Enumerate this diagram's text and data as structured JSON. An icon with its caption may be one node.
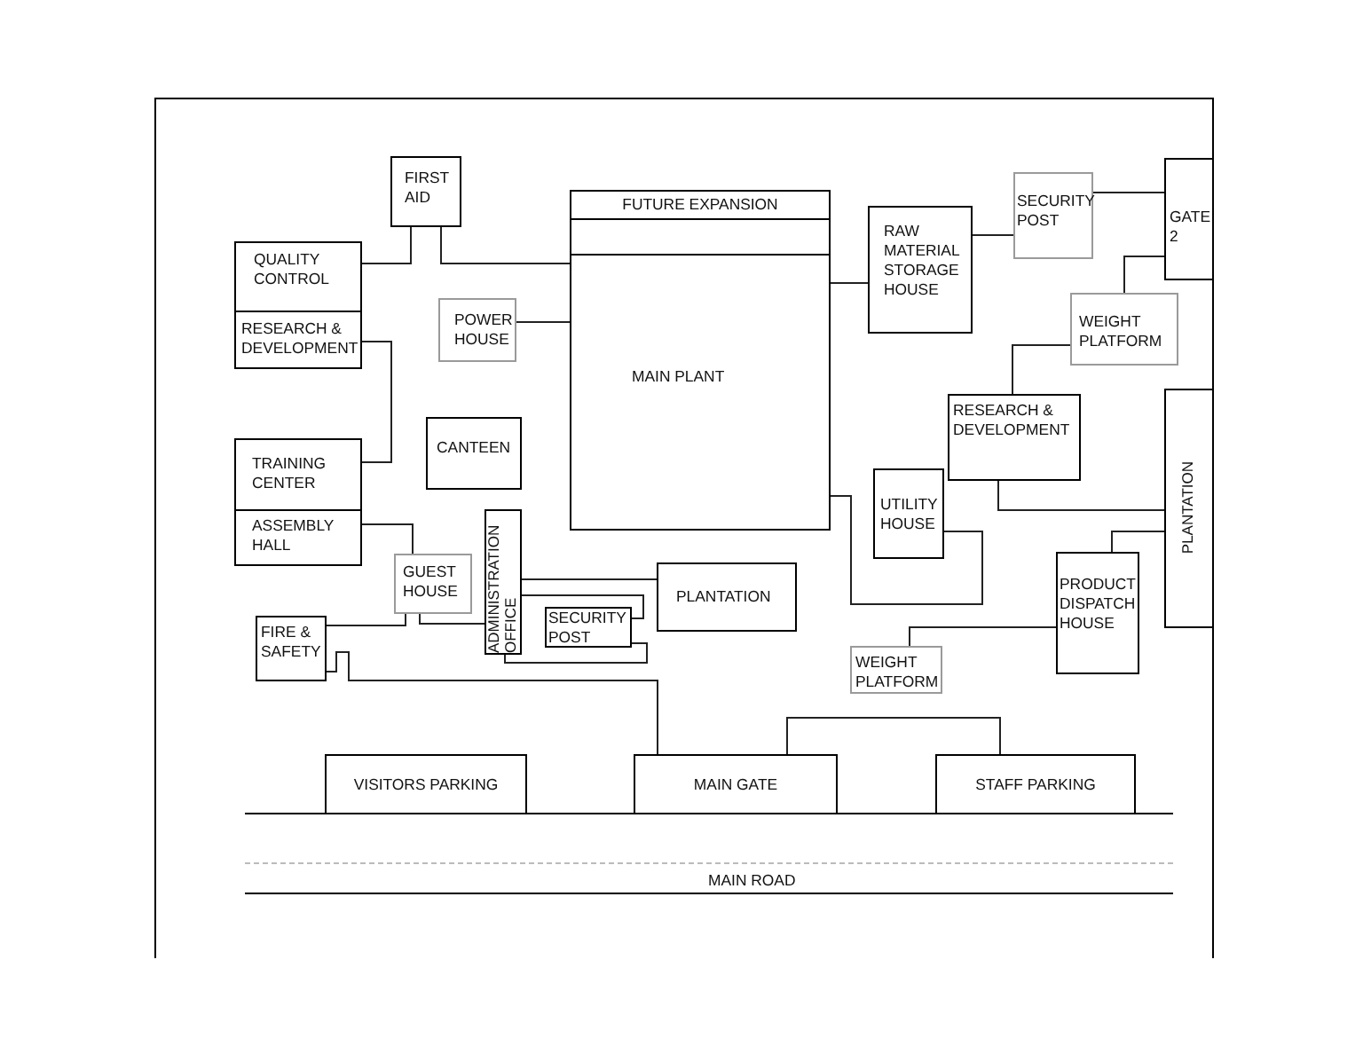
{
  "diagram": {
    "nodes": [
      {
        "text": [
          "FIRST AID"
        ]
      },
      {
        "text": [
          "FUTURE EXPANSION"
        ]
      },
      {
        "text": [],
        "shape": "bar"
      },
      {
        "text": [
          "MAIN PLANT"
        ]
      },
      {
        "text": [
          "SECURITY POST"
        ]
      },
      {
        "text": [
          "GATE 2"
        ]
      },
      {
        "text": [
          "QUALITY CONTROL"
        ]
      },
      {
        "text": [
          "RAW MATERIAL STORAGE HOUSE"
        ]
      },
      {
        "text": [
          "POWER HOUSE"
        ]
      },
      {
        "text": [
          "WEIGHT PLATFORM"
        ]
      },
      {
        "text": [
          "RESEARCH & DEVELOPMENT"
        ]
      },
      {
        "text": [
          "RESEARCH & DEVELOPMENT"
        ]
      },
      {
        "text": [
          "PLANTATION"
        ]
      },
      {
        "text": [
          "CANTEEN"
        ]
      },
      {
        "text": [
          "TRAINING CENTER"
        ]
      },
      {
        "text": [
          "UTILITY HOUSE"
        ]
      },
      {
        "text": [
          "ASSEMBLY HALL"
        ]
      },
      {
        "text": [
          "ADMINISTRATION OFFICE"
        ]
      },
      {
        "text": [
          "GUEST HOUSE"
        ]
      },
      {
        "text": [
          "PLANTATION"
        ]
      },
      {
        "text": [
          "PRODUCT DISPATCH HOUSE"
        ]
      },
      {
        "text": [
          "SECURITY POST"
        ]
      },
      {
        "text": [
          "FIRE & SAFETY"
        ]
      },
      {
        "text": [
          "WEIGHT PLATFORM"
        ]
      },
      {
        "text": [
          "VISITORS PARKING"
        ]
      },
      {
        "text": [
          "MAIN GATE"
        ]
      },
      {
        "text": [
          "STAFF PARKING"
        ]
      },
      {
        "text": [
          "MAIN ROAD"
        ]
      }
    ],
    "edges": [
      {
        "from": 6,
        "to": 0,
        "arrow": "none"
      },
      {
        "from": 0,
        "to": 3,
        "arrow": "none"
      },
      {
        "from": 8,
        "to": 3,
        "arrow": "none"
      },
      {
        "from": 10,
        "to": 14,
        "arrow": "none"
      },
      {
        "from": 16,
        "to": 18,
        "arrow": "none"
      },
      {
        "from": 18,
        "to": 17,
        "arrow": "none"
      },
      {
        "from": 18,
        "to": 22,
        "arrow": "none"
      },
      {
        "from": 22,
        "to": 25,
        "arrow": "none"
      },
      {
        "from": 17,
        "to": 19,
        "arrow": "none"
      },
      {
        "from": 17,
        "to": 21,
        "arrow": "none"
      },
      {
        "from": 21,
        "to": 17,
        "arrow": "none"
      },
      {
        "from": 3,
        "to": 7,
        "arrow": "none"
      },
      {
        "from": 7,
        "to": 4,
        "arrow": "none"
      },
      {
        "from": 4,
        "to": 5,
        "arrow": "none"
      },
      {
        "from": 5,
        "to": 9,
        "arrow": "none"
      },
      {
        "from": 9,
        "to": 11,
        "arrow": "none"
      },
      {
        "from": 11,
        "to": 12,
        "arrow": "none"
      },
      {
        "from": 12,
        "to": 20,
        "arrow": "none"
      },
      {
        "from": 3,
        "to": 15,
        "arrow": "none"
      },
      {
        "from": 20,
        "to": 23,
        "arrow": "none"
      },
      {
        "from": 25,
        "to": 26,
        "arrow": "none"
      }
    ]
  }
}
